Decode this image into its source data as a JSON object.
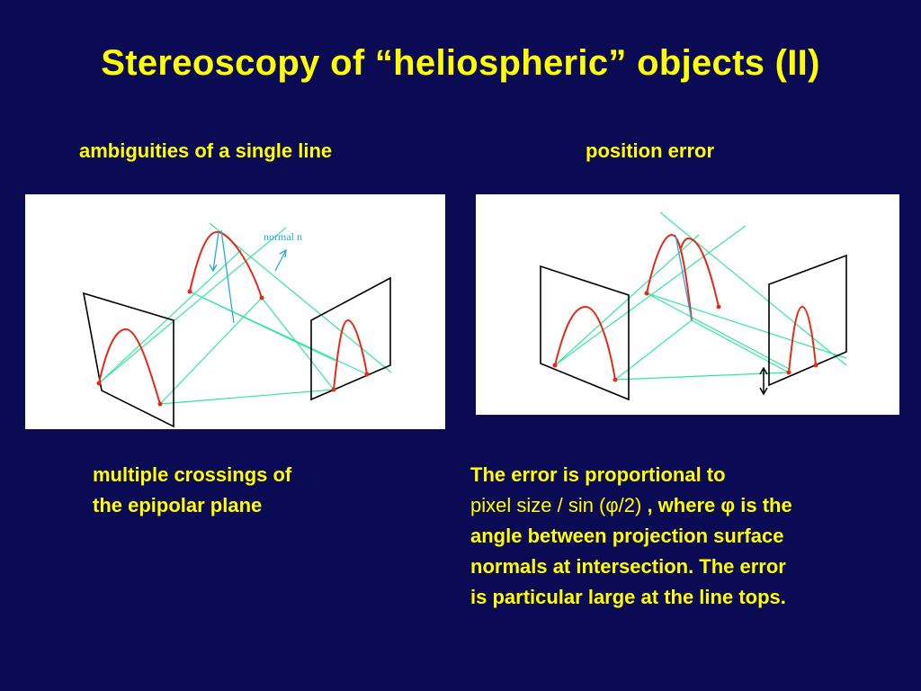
{
  "slide": {
    "title": "Stereoscopy of “heliospheric” objects (II)"
  },
  "left": {
    "heading": "ambiguities of a single line",
    "diagram_label": "normal n",
    "caption_lines": [
      "multiple crossings of",
      "the epipolar plane"
    ]
  },
  "right": {
    "heading": "position error",
    "caption_line1": "The error is proportional to",
    "caption_line2_formula": "pixel size / sin (",
    "caption_line2_phi": "φ",
    "caption_line2_formula_end": "/2)",
    "caption_line2_rest": " , where ",
    "caption_line2_phi2": "φ",
    "caption_line2_end": " is the",
    "caption_lines_rest": [
      "angle between projection surface",
      "normals at intersection. The error",
      "is particular large at the line tops."
    ]
  },
  "colors": {
    "background": "#0b0a55",
    "text": "#ffff00",
    "epipolar_lines": "#33e6a0",
    "curve": "#e52a1a",
    "normal": "#2aa8d8"
  }
}
